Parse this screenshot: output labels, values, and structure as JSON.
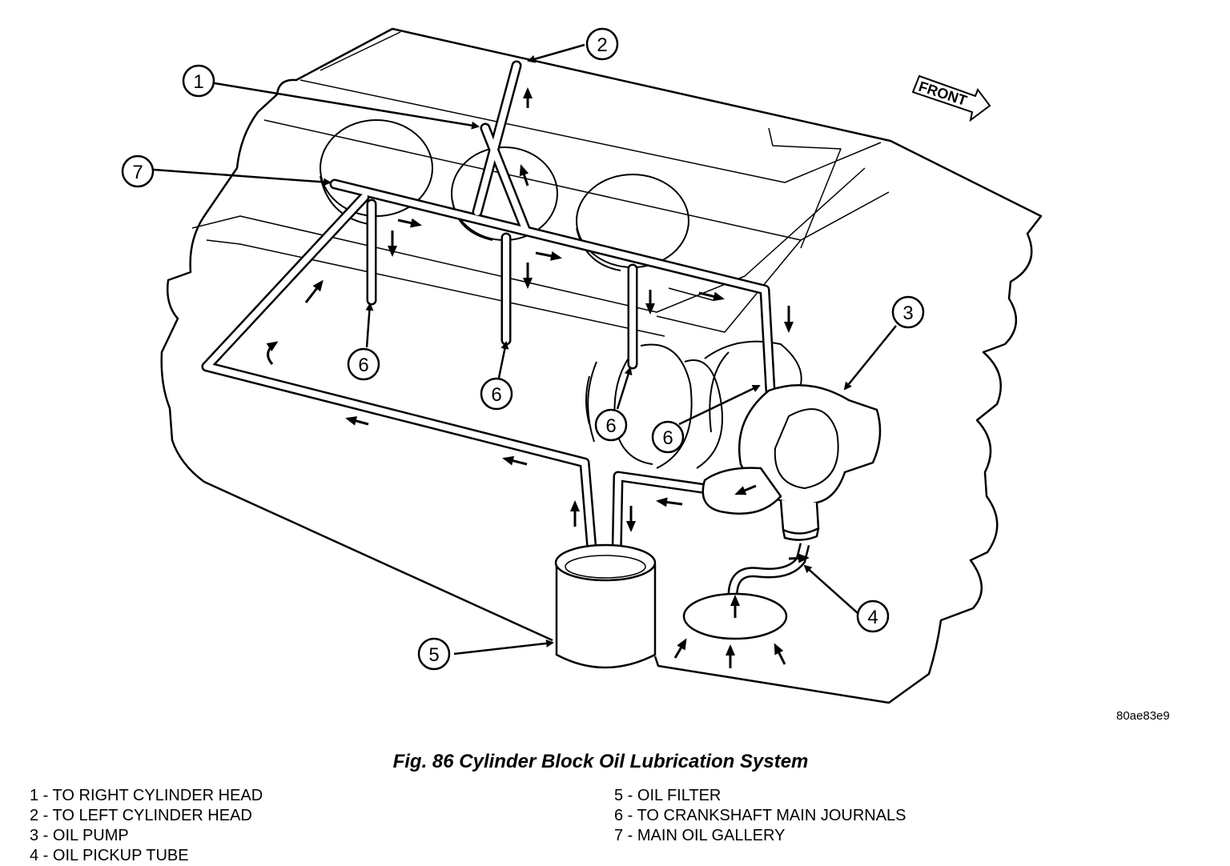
{
  "figure": {
    "code": "80ae83e9",
    "caption": "Fig. 86 Cylinder Block Oil Lubrication System",
    "front_label": "FRONT",
    "callout_numbers": [
      "1",
      "2",
      "3",
      "4",
      "5",
      "6",
      "7"
    ]
  },
  "legend": {
    "left": [
      "1 - TO RIGHT CYLINDER HEAD",
      "2 - TO LEFT CYLINDER HEAD",
      "3 - OIL PUMP",
      "4 - OIL PICKUP TUBE"
    ],
    "right": [
      "5 - OIL FILTER",
      "6 - TO CRANKSHAFT MAIN JOURNALS",
      "7 - MAIN OIL GALLERY"
    ]
  }
}
